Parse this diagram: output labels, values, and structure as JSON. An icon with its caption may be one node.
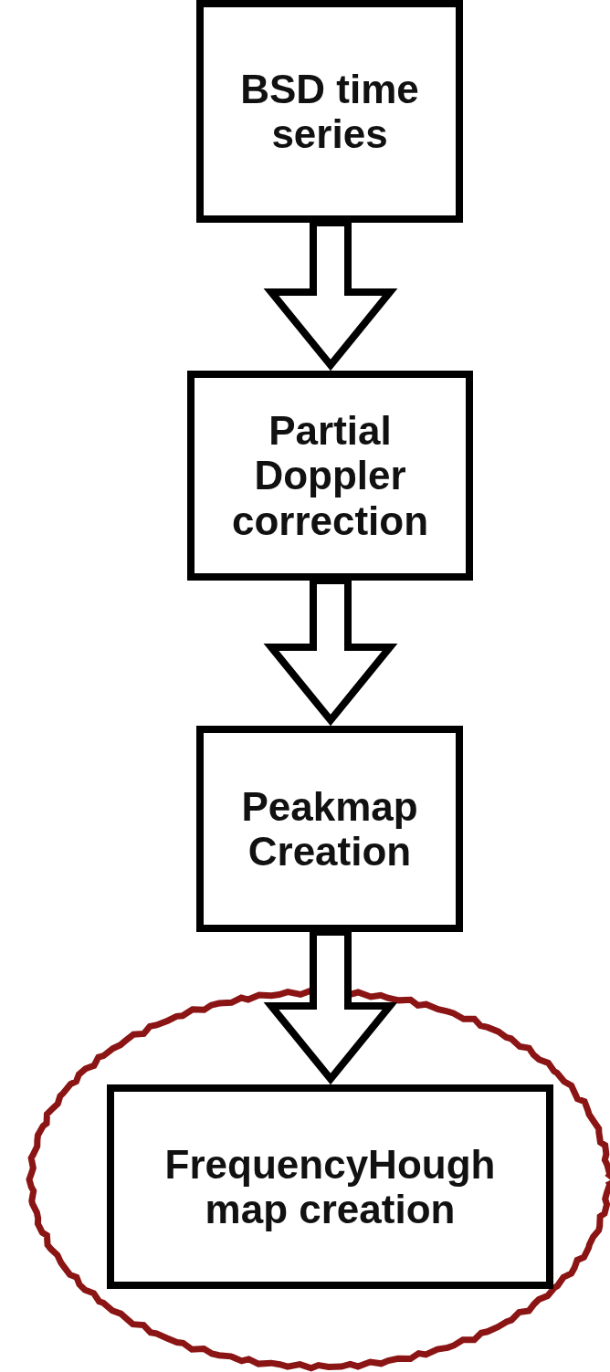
{
  "diagram": {
    "nodes": [
      {
        "text": [
          "BSD time series"
        ]
      },
      {
        "text": [
          "Partial Doppler correction"
        ]
      },
      {
        "text": [
          "Peakmap Creation"
        ]
      },
      {
        "text": [
          "FrequencyHough map creation"
        ]
      }
    ],
    "edges": [
      {
        "from": 0,
        "to": 1,
        "arrow": "to"
      },
      {
        "from": 1,
        "to": 2,
        "arrow": "to"
      },
      {
        "from": 2,
        "to": 3,
        "arrow": "to"
      }
    ]
  }
}
